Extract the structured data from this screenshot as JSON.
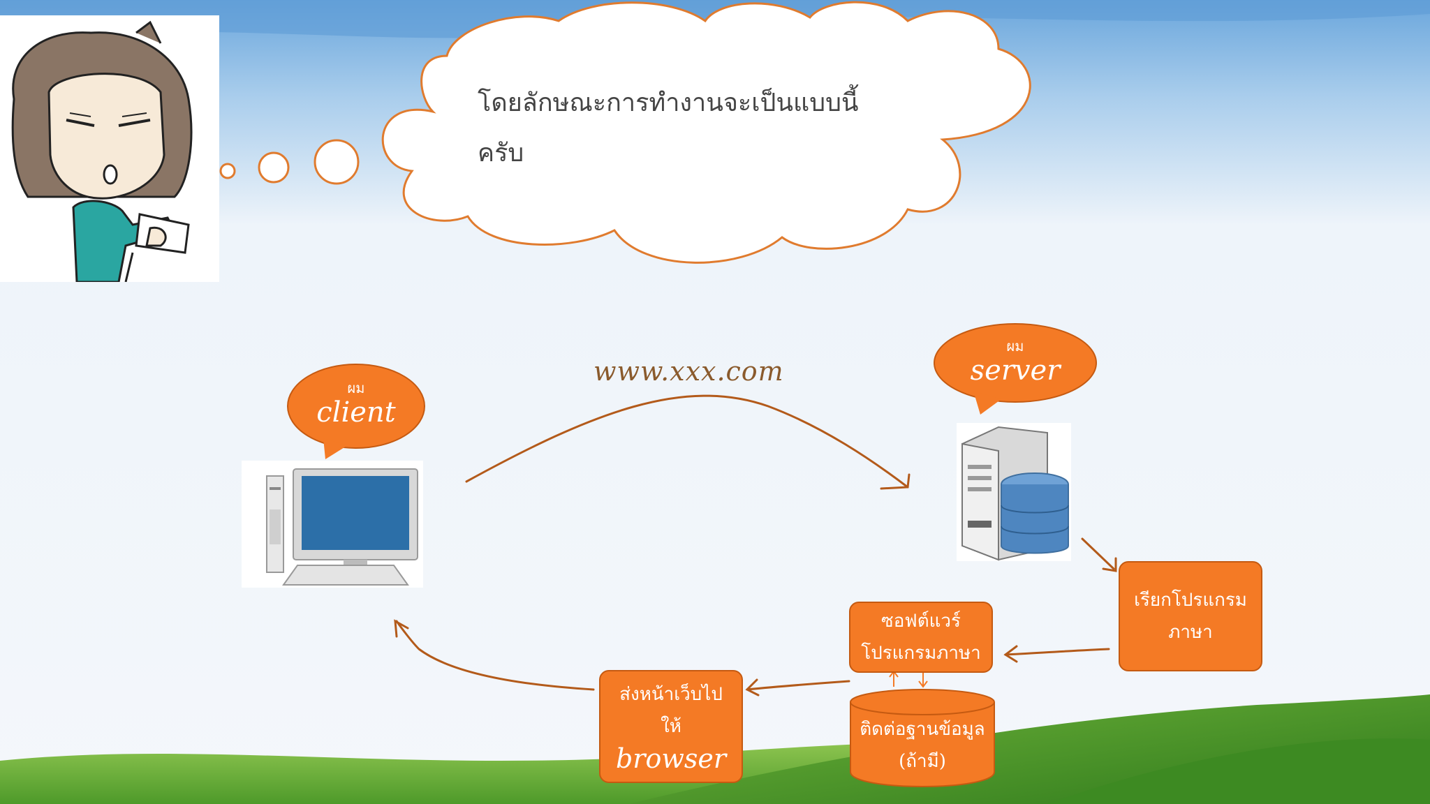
{
  "thought": {
    "line1": "โดยลักษณะการทำงานจะเป็นแบบนี้",
    "line2": "ครับ"
  },
  "client_bubble": {
    "small": "ผม",
    "big": "client"
  },
  "server_bubble": {
    "small": "ผม",
    "big": "server"
  },
  "url": "www.xxx.com",
  "boxes": {
    "call_program": {
      "line1": "เรียกโปรแกรม",
      "line2": "ภาษา"
    },
    "software": {
      "line1": "ซอฟต์แวร์",
      "line2": "โปรแกรมภาษา"
    },
    "send_page": {
      "line1": "ส่งหน้าเว็บไป",
      "line2": "ให้",
      "line3": "browser"
    },
    "database": {
      "line1": "ติดต่อฐานข้อมูล",
      "line2": "(ถ้ามี)"
    }
  },
  "colors": {
    "accent": "#f47a25",
    "accent_border": "#c55a11",
    "arrow": "#b35a1a",
    "cloud_stroke": "#e07b2e",
    "sky": "#7fb4e0",
    "grass": "#6cae3a"
  },
  "icons": {
    "character": "cartoon-person-icon",
    "computer": "desktop-computer-icon",
    "server": "server-database-icon"
  }
}
